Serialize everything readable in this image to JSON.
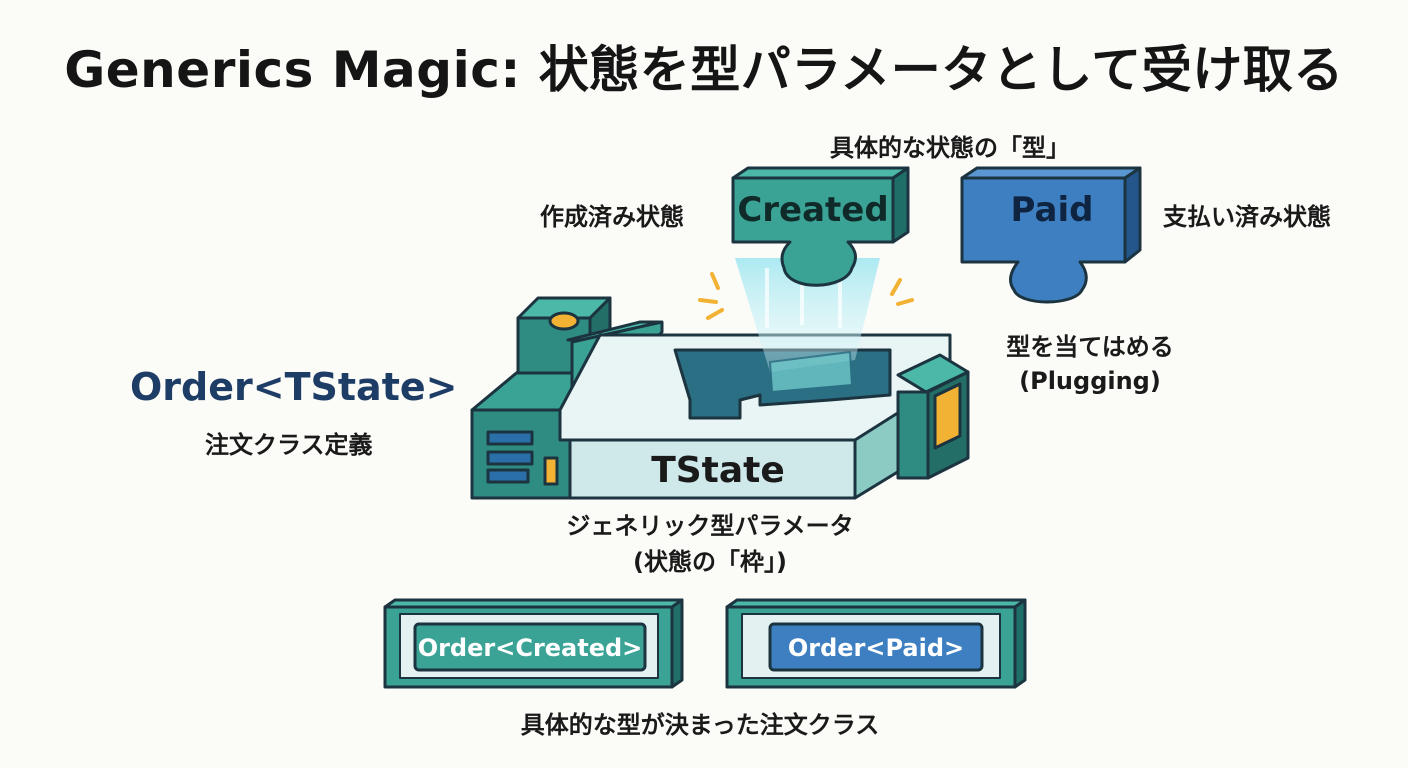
{
  "title": "Generics Magic: 状態を型パラメータとして受け取る",
  "type_pieces": {
    "heading": "具体的な状態の「型」",
    "created": {
      "label": "Created",
      "caption": "作成済み状態"
    },
    "paid": {
      "label": "Paid",
      "caption": "支払い済み状態"
    }
  },
  "plugging": {
    "line1": "型を当てはめる",
    "line2": "(Plugging)"
  },
  "order_class": {
    "name": "Order<TState>",
    "caption": "注文クラス定義"
  },
  "machine": {
    "slot_label": "TState",
    "caption_line1": "ジェネリック型パラメータ",
    "caption_line2": "(状態の「枠」)"
  },
  "results": {
    "created": "Order<Created>",
    "paid": "Order<Paid>",
    "caption": "具体的な型が決まった注文クラス"
  },
  "colors": {
    "teal": "#3aa395",
    "teal_dark": "#1f6f68",
    "blue": "#3d7fc0",
    "blue_dark": "#24568c",
    "outline": "#1c3440",
    "accent_yellow": "#f2b233",
    "title_blue": "#1e3d66"
  }
}
